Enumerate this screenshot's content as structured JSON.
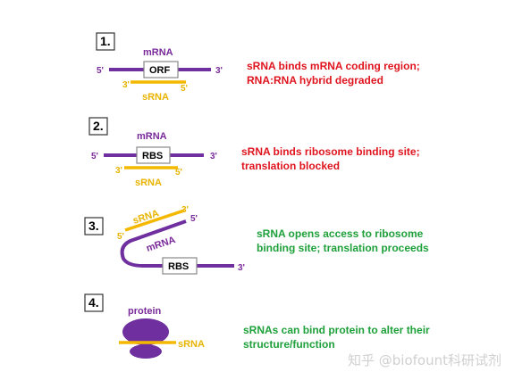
{
  "colors": {
    "mrna": "#6f2f9f",
    "srna": "#f5b800",
    "red_text": "#e0141e",
    "green_text": "#1ea03a",
    "box_border": "#888888",
    "protein": "#6f2f9f"
  },
  "panels": [
    {
      "number": "1.",
      "top_label": "mRNA",
      "box_label": "ORF",
      "mrna_5": "5'",
      "mrna_3": "3'",
      "srna_3": "3'",
      "srna_5": "5'",
      "bottom_label": "sRNA",
      "description_line1": "sRNA binds mRNA coding region;",
      "description_line2": "RNA:RNA hybrid degraded"
    },
    {
      "number": "2.",
      "top_label": "mRNA",
      "box_label": "RBS",
      "mrna_5": "5'",
      "mrna_3": "3'",
      "srna_3": "3'",
      "srna_5": "5'",
      "bottom_label": "sRNA",
      "description_line1": "sRNA binds ribosome binding site;",
      "description_line2": "translation blocked"
    },
    {
      "number": "3.",
      "srna_label": "sRNA",
      "mrna_label": "mRNA",
      "box_label": "RBS",
      "srna_5": "5'",
      "srna_3": "3'",
      "mrna_5": "5'",
      "mrna_3": "3'",
      "description_line1": "sRNA opens access to ribosome",
      "description_line2": "binding site; translation proceeds"
    },
    {
      "number": "4.",
      "protein_label": "protein",
      "srna_label": "sRNA",
      "description_line1": "sRNAs can bind protein to alter their",
      "description_line2": "structure/function"
    }
  ],
  "watermark": "知乎 @biofount科研试剂"
}
